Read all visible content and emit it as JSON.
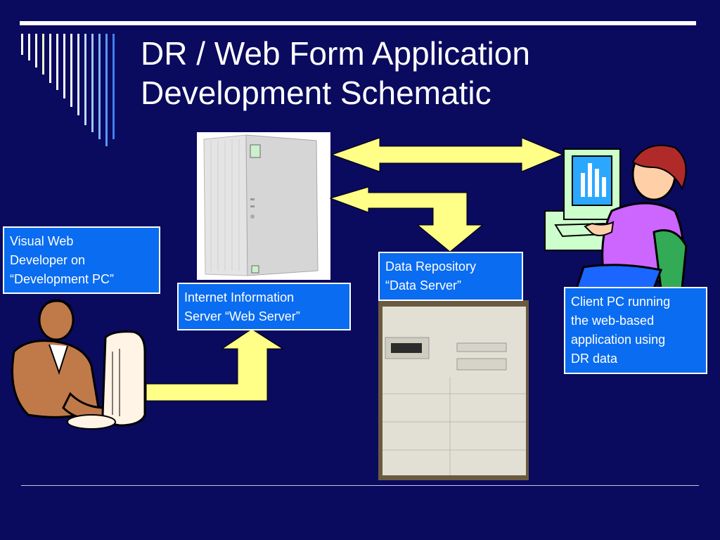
{
  "slide": {
    "title_line1": "DR / Web Form Application",
    "title_line2": "Development Schematic"
  },
  "labels": {
    "developer": [
      "Visual Web",
      "Developer on",
      "“Development PC”"
    ],
    "web_server": [
      "Internet Information",
      "Server “Web Server”"
    ],
    "data_server": [
      "Data Repository",
      "“Data Server”"
    ],
    "client": [
      "Client PC running",
      "the web-based",
      "application using",
      "DR data"
    ]
  },
  "colors": {
    "background": "#0a0a5e",
    "label_box": "#0a6cf0",
    "arrow": "#ffff88"
  }
}
